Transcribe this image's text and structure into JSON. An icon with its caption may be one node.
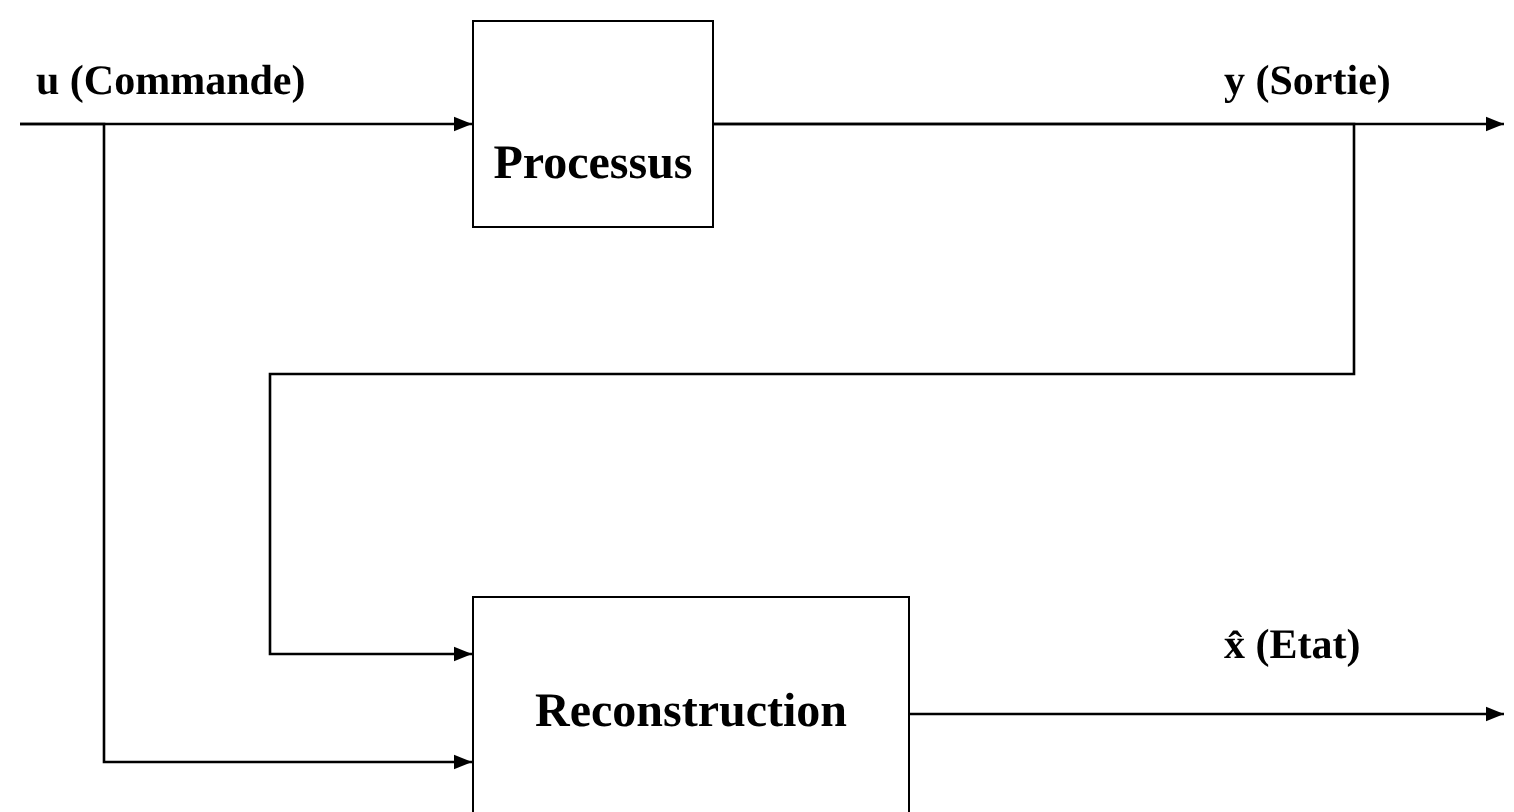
{
  "diagram": {
    "nodes": [
      {
        "text": [
          "Processus"
        ]
      },
      {
        "text": [
          "Reconstruction"
        ]
      }
    ],
    "edges": [
      {
        "from": null,
        "to": 0,
        "arrow": "to",
        "label": "u (Commande)"
      },
      {
        "from": 0,
        "to": null,
        "arrow": "to",
        "label": "y (Sortie)"
      },
      {
        "from": 0,
        "to": 1,
        "arrow": "to"
      },
      {
        "from": null,
        "to": 1,
        "arrow": "to"
      },
      {
        "from": 1,
        "to": null,
        "arrow": "to",
        "label": "x̂ (Etat)"
      }
    ]
  }
}
